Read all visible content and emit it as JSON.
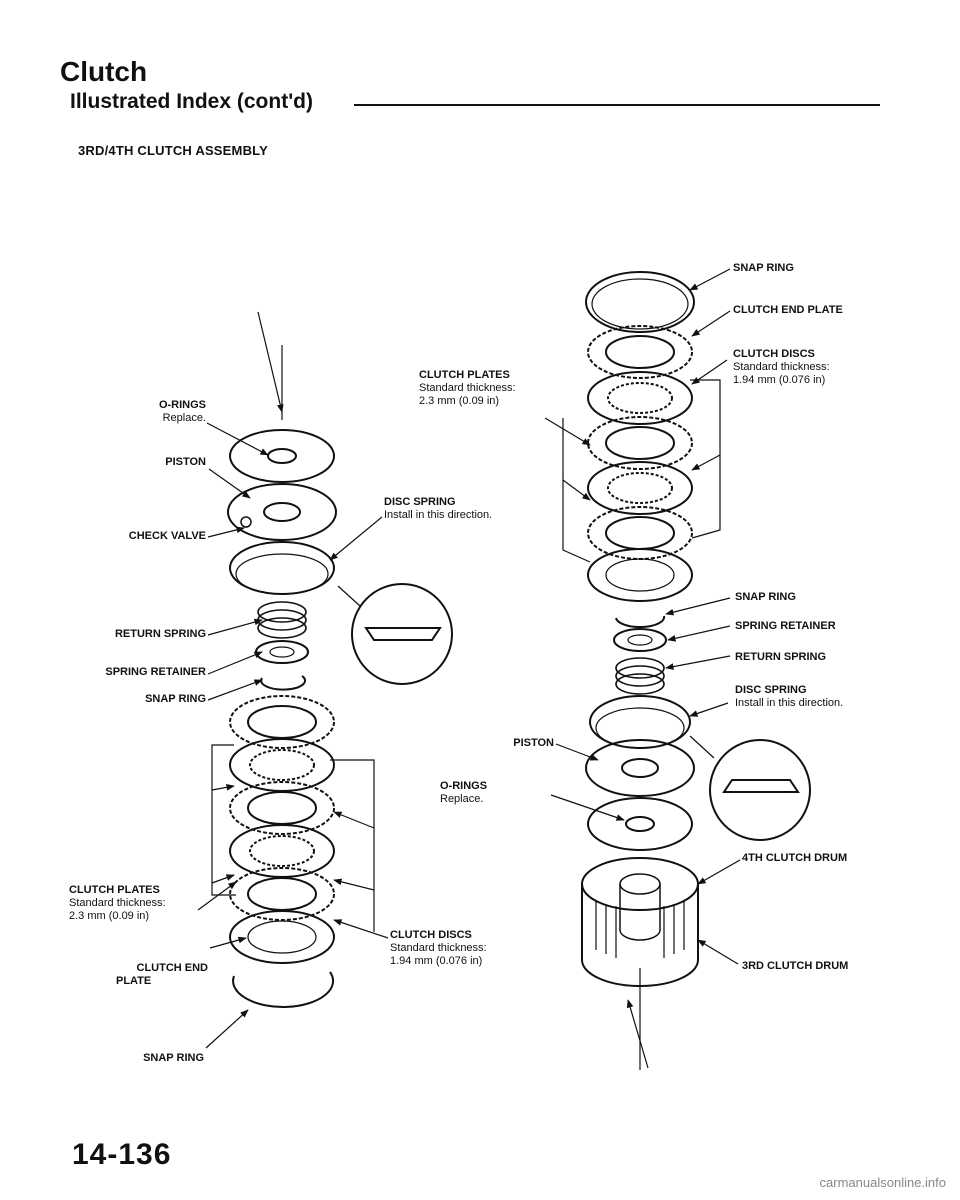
{
  "header": {
    "title": "Clutch",
    "subtitle": "Illustrated Index (cont'd)",
    "section": "3RD/4TH CLUTCH ASSEMBLY"
  },
  "left_assembly": {
    "o_rings": {
      "label": "O-RINGS",
      "note": "Replace."
    },
    "piston": "PISTON",
    "check_valve": "CHECK VALVE",
    "return_spring": "RETURN SPRING",
    "spring_retainer": "SPRING RETAINER",
    "snap_ring_top": "SNAP RING",
    "clutch_plates": {
      "label": "CLUTCH PLATES",
      "line1": "Standard thickness:",
      "line2": "2.3 mm (0.09 in)"
    },
    "clutch_end_plate": {
      "line1": "CLUTCH END",
      "line2": "PLATE"
    },
    "snap_ring_bottom": "SNAP RING",
    "clutch_discs": {
      "label": "CLUTCH DISCS",
      "line1": "Standard thickness:",
      "line2": "1.94 mm (0.076 in)"
    },
    "disc_spring": {
      "label": "DISC SPRING",
      "note": "Install in this direction."
    }
  },
  "right_assembly": {
    "snap_ring_top": "SNAP RING",
    "clutch_end_plate": "CLUTCH END PLATE",
    "clutch_discs": {
      "label": "CLUTCH DISCS",
      "line1": "Standard thickness:",
      "line2": "1.94 mm (0.076 in)"
    },
    "clutch_plates": {
      "label": "CLUTCH PLATES",
      "line1": "Standard thickness:",
      "line2": "2.3 mm (0.09 in)"
    },
    "snap_ring_mid": "SNAP RING",
    "spring_retainer": "SPRING RETAINER",
    "return_spring": "RETURN SPRING",
    "disc_spring": {
      "label": "DISC SPRING",
      "note": "Install in this direction."
    },
    "piston": "PISTON",
    "o_rings": {
      "label": "O-RINGS",
      "note": "Replace."
    },
    "drum_4th": "4TH CLUTCH DRUM",
    "drum_3rd": "3RD CLUTCH DRUM"
  },
  "footer": {
    "page_number": "14-136",
    "watermark": "carmanualsonline.info"
  }
}
